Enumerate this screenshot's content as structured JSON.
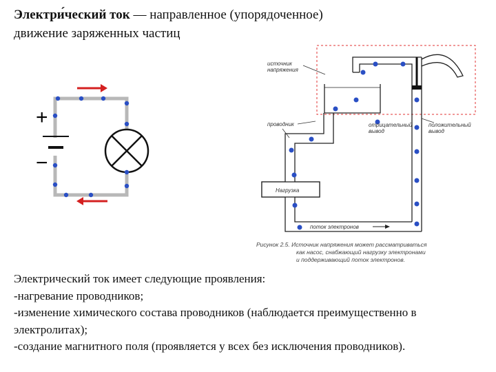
{
  "title": {
    "term": "Электри́ческий ток",
    "rest_line1": " — направленное (упорядоченное)",
    "line2": "движение заряженных частиц"
  },
  "left_diagram": {
    "plus": "+",
    "minus": "−"
  },
  "right_diagram": {
    "source_label_1": "источник",
    "source_label_2": "напряжения",
    "conductors_label": "проводник",
    "negative_label_1": "отрицательный",
    "negative_label_2": "вывод",
    "positive_label_1": "положительный",
    "positive_label_2": "вывод",
    "load_label": "Нагрузка",
    "flow_label": "поток электронов",
    "caption_1": "Рисунок 2.5. Источник напряжения может рассматриваться",
    "caption_2": "как насос, снабжающий нагрузку электронами",
    "caption_3": "и поддерживающий поток электронов."
  },
  "body": {
    "l1": "Электрический ток имеет следующие проявления:",
    "l2": "-нагревание проводников;",
    "l3": "-изменение химического состава проводников (наблюдается преимущественно в",
    "l4": "электролитах);",
    "l5": "-создание магнитного поля (проявляется у всех без исключения проводников)."
  },
  "colors": {
    "electron": "#2a4fc4",
    "arrow": "#d42020",
    "wire": "#b8b8b8",
    "dashed_box": "#e03030"
  }
}
